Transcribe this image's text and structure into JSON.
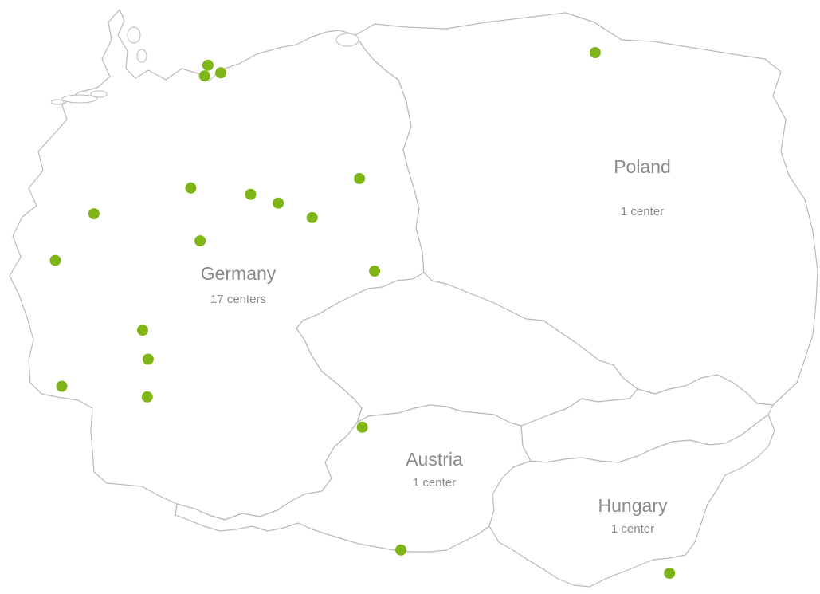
{
  "colors": {
    "marker": "#7fb517",
    "border": "#b9b9b9",
    "label": "#8a8a8a",
    "background": "#ffffff"
  },
  "countries": [
    {
      "id": "germany",
      "name": "Germany",
      "count_label": "17 centers"
    },
    {
      "id": "poland",
      "name": "Poland",
      "count_label": "1 center"
    },
    {
      "id": "austria",
      "name": "Austria",
      "count_label": "1 center"
    },
    {
      "id": "hungary",
      "name": "Hungary",
      "count_label": "1 center"
    }
  ],
  "centers": [
    {
      "country": "germany",
      "lon": 10.1,
      "lat": 54.32
    },
    {
      "country": "germany",
      "lon": 10.03,
      "lat": 54.15
    },
    {
      "country": "germany",
      "lon": 10.38,
      "lat": 54.2
    },
    {
      "country": "germany",
      "lon": 13.4,
      "lat": 52.52
    },
    {
      "country": "germany",
      "lon": 11.03,
      "lat": 52.27
    },
    {
      "country": "germany",
      "lon": 11.63,
      "lat": 52.13
    },
    {
      "country": "germany",
      "lon": 9.73,
      "lat": 52.37
    },
    {
      "country": "germany",
      "lon": 12.37,
      "lat": 51.9
    },
    {
      "country": "germany",
      "lon": 7.62,
      "lat": 51.96
    },
    {
      "country": "germany",
      "lon": 9.93,
      "lat": 51.53
    },
    {
      "country": "germany",
      "lon": 6.78,
      "lat": 51.22
    },
    {
      "country": "germany",
      "lon": 13.73,
      "lat": 51.05
    },
    {
      "country": "germany",
      "lon": 8.68,
      "lat": 50.11
    },
    {
      "country": "germany",
      "lon": 8.8,
      "lat": 49.65
    },
    {
      "country": "germany",
      "lon": 6.92,
      "lat": 49.22
    },
    {
      "country": "germany",
      "lon": 8.78,
      "lat": 49.05
    },
    {
      "country": "germany",
      "lon": 13.46,
      "lat": 48.57
    },
    {
      "country": "poland",
      "lon": 18.53,
      "lat": 54.52
    },
    {
      "country": "austria",
      "lon": 14.3,
      "lat": 46.62
    },
    {
      "country": "hungary",
      "lon": 20.15,
      "lat": 46.25
    }
  ]
}
